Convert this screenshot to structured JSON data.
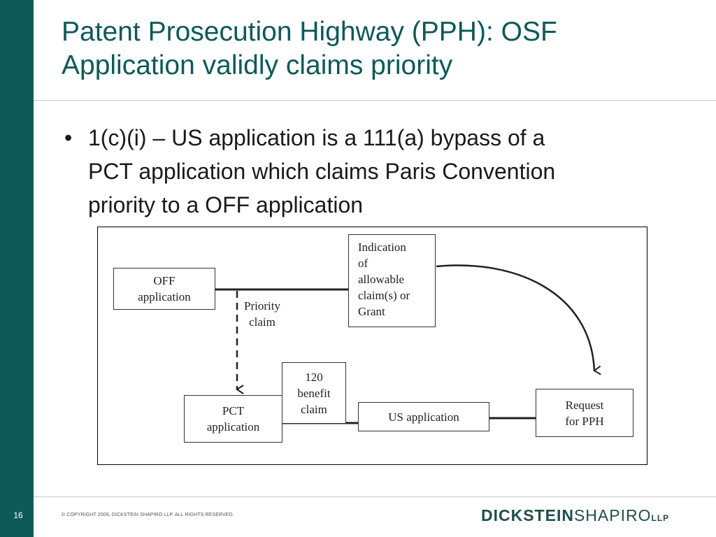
{
  "slide": {
    "title_lines": [
      "Patent Prosecution Highway (PPH): OSF",
      "Application validly claims priority"
    ],
    "bullet_marker": "•",
    "bullet_lines": [
      "1(c)(i) – US application is a 111(a) bypass of a",
      "PCT application which claims Paris Convention",
      "priority to a OFF application"
    ],
    "page_number": "16",
    "copyright": "© COPYRIGHT 2009, DICKSTEIN SHAPIRO LLP. ALL RIGHTS RESERVED.",
    "logo": {
      "part1": "DICKSTEIN",
      "part2": "SHAPIRO",
      "part3": "LLP"
    }
  },
  "diagram": {
    "off_box": [
      "OFF",
      "application"
    ],
    "priority_claim_label": [
      "Priority",
      "claim"
    ],
    "indication_box": [
      "Indication",
      "of",
      "allowable",
      "claim(s) or",
      "Grant"
    ],
    "benefit_box": [
      "120",
      "benefit",
      "claim"
    ],
    "pct_box": [
      "PCT",
      "application"
    ],
    "us_box": "US application",
    "pph_box": [
      "Request",
      "for PPH"
    ]
  },
  "colors": {
    "sidebar": "#0d5a58",
    "title": "#0d5a58",
    "logo": "#1f4e4c"
  }
}
